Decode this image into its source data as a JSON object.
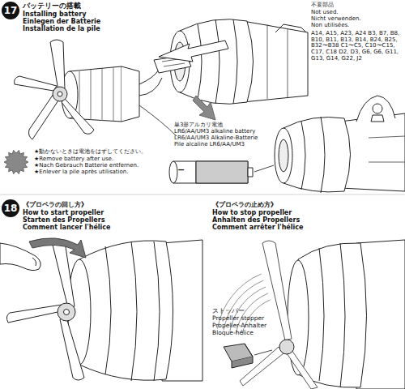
{
  "diagram": {
    "nodes": [
      {
        "text": [
          "17"
        ]
      },
      {
        "text": [
          "18"
        ]
      }
    ],
    "labels": [
      "バッテリーの搭載",
      "Installing battery",
      "Einlegen der Batterie",
      "Installation de la pile",
      "不要部品",
      "Not used.",
      "Nicht verwenden.",
      "Non utilisées.",
      "A14, A15, A23, A24 B3, B7, B8, B10, B11, B13, B14, B24, B25, B32〜B38 C1〜C5, C10〜C15, C17, C18 D2, D3, G6, G6, G11, G13, G14, G22, J2",
      "単3形アルカリ電池",
      "LR6/AA/UM3 alkaline battery",
      "LR6/AA/UM3 Alkaline-Batterie",
      "Pile alcaline LR6/AA/UM3",
      "−",
      "★動かないときは電池をはずしてください。",
      "★Remove battery after use.",
      "★Nach Gebrauch Batterie entfernen.",
      "★Enlever la pile après utilisation.",
      "《プロペラの回し方》",
      "How to start propeller",
      "Starten des Propellers",
      "Comment lancer l'hélice",
      "《プロペラの止め方》",
      "How to stop propeller",
      "Anhalten des Propellers",
      "Comment arrêter l'hélice",
      "ストッパー",
      "Propeller stopper",
      "Propeller-Anhalter",
      "Bloque-hélice"
    ]
  }
}
